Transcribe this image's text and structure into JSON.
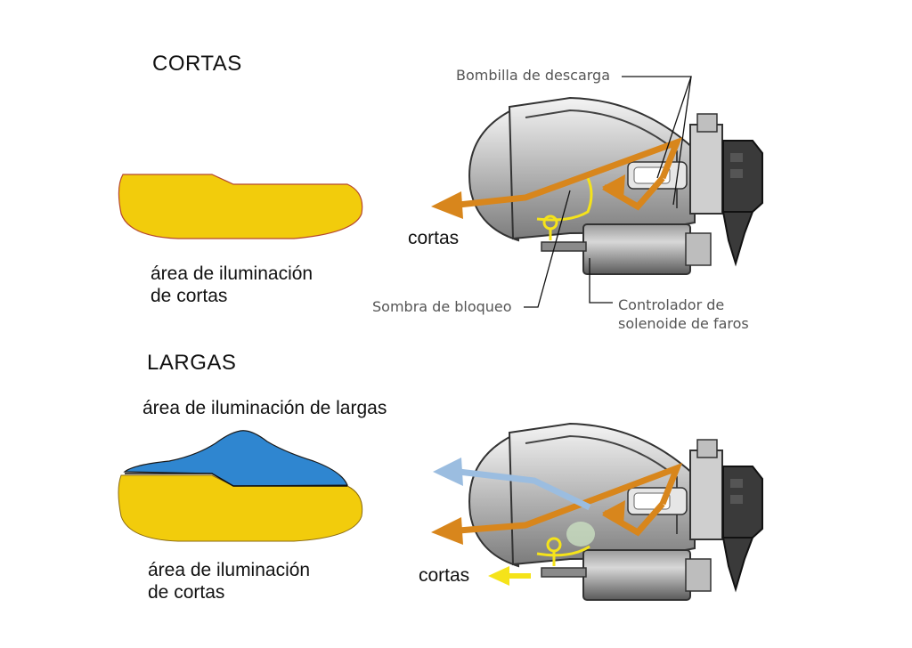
{
  "cortas_section": {
    "title": "CORTAS",
    "area_label_line1": "área de iluminación",
    "area_label_line2": "de cortas",
    "beam_label": "cortas"
  },
  "largas_section": {
    "title": "LARGAS",
    "area_label_high": "área de iluminación de largas",
    "area_label_line1": "área de iluminación",
    "area_label_line2": "de cortas",
    "beam_label": "cortas"
  },
  "callouts": {
    "bulb": "Bombilla de descarga",
    "shade": "Sombra de bloqueo",
    "solenoid_line1": "Controlador de",
    "solenoid_line2": "solenoide de faros"
  },
  "colors": {
    "low_beam_area": "#f2cc0c",
    "high_beam_area": "#2f86d0",
    "light_ray": "#d8861c",
    "high_ray": "#9bbde0",
    "shade_yellow": "#f5e31a"
  }
}
